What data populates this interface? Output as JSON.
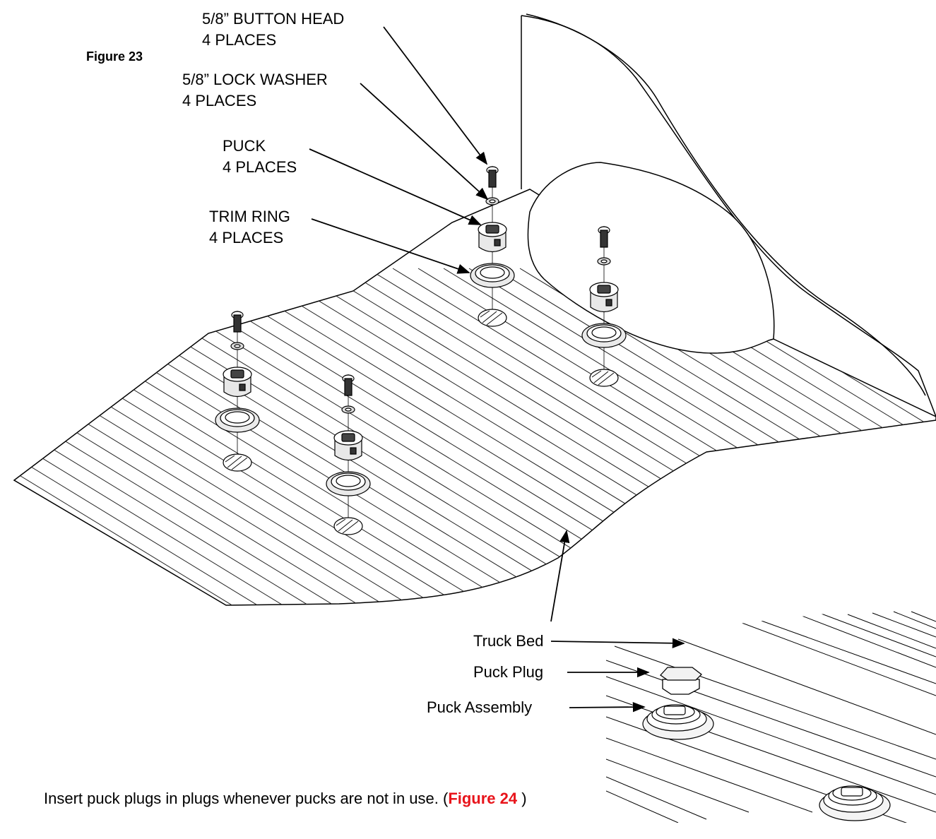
{
  "figure_label": "Figure 23",
  "labels": {
    "button_head": {
      "line1": "5/8”  BUTTON HEAD",
      "line2": "4 PLACES"
    },
    "lock_washer": {
      "line1": "5/8”  LOCK WASHER",
      "line2": "4 PLACES"
    },
    "puck": {
      "line1": "PUCK",
      "line2": "4 PLACES"
    },
    "trim_ring": {
      "line1": "TRIM RING",
      "line2": "4 PLACES"
    }
  },
  "inset_labels": {
    "truck_bed": "Truck Bed",
    "puck_plug": "Puck Plug",
    "puck_assembly": "Puck Assembly"
  },
  "caption": {
    "text_before": "Insert puck plugs in plugs whenever pucks are not in use. (",
    "figure_ref": "Figure 24",
    "text_after": " )"
  },
  "colors": {
    "ink": "#000000",
    "reference": "#e8141b",
    "background": "#ffffff"
  }
}
